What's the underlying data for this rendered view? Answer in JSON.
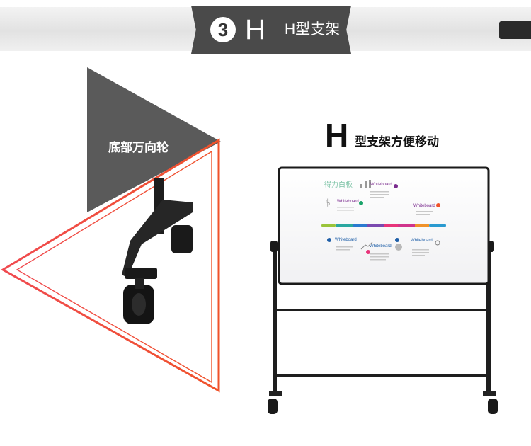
{
  "header": {
    "step_number": "3",
    "letter": "H",
    "subtitle": "H型支架"
  },
  "detail_callout": {
    "label": "底部万向轮"
  },
  "product": {
    "heading_letter": "H",
    "heading_text": "型支架方便移动"
  },
  "board_infographic": {
    "title": "得力白板",
    "item_label": "Whiteboard"
  },
  "colors": {
    "accent_orange": "#f0522a",
    "accent_pink": "#e8347a",
    "dark_gray": "#4a4a4a",
    "frame_black": "#1a1a1a"
  }
}
